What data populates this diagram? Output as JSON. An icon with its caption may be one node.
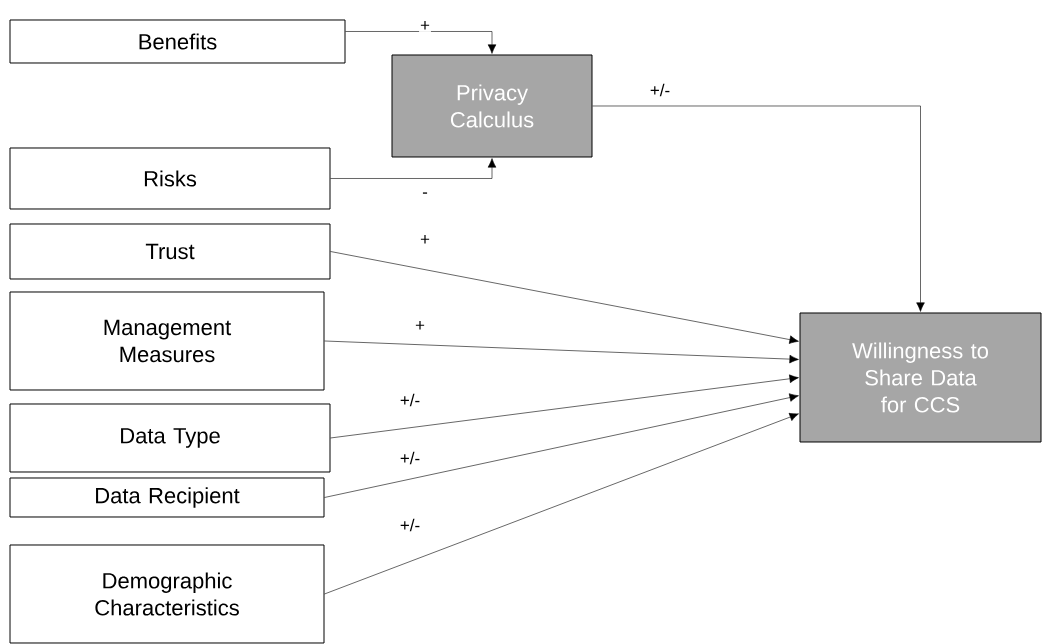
{
  "diagram": {
    "nodes": [
      {
        "text": [
          "Benefits"
        ]
      },
      {
        "text": [
          "Privacy Calculus"
        ]
      },
      {
        "text": [
          "Risks"
        ]
      },
      {
        "text": [
          "Trust"
        ]
      },
      {
        "text": [
          "Management Measures"
        ]
      },
      {
        "text": [
          "Data Type"
        ]
      },
      {
        "text": [
          "Data Recipient"
        ]
      },
      {
        "text": [
          "Demographic Characteristics"
        ]
      },
      {
        "text": [
          "Willingness to Share Data for CCS"
        ]
      }
    ],
    "edges": [
      {
        "from": 0,
        "to": 1,
        "arrow": "to",
        "label": "+"
      },
      {
        "from": 2,
        "to": 1,
        "arrow": "to",
        "label": "-"
      },
      {
        "from": 1,
        "to": 8,
        "arrow": "to",
        "label": "+/-"
      },
      {
        "from": 3,
        "to": 8,
        "arrow": "to",
        "label": "+"
      },
      {
        "from": 4,
        "to": 8,
        "arrow": "to",
        "label": "+"
      },
      {
        "from": 5,
        "to": 8,
        "arrow": "to",
        "label": "+/-"
      },
      {
        "from": 6,
        "to": 8,
        "arrow": "to",
        "label": "+/-"
      },
      {
        "from": 7,
        "to": 8,
        "arrow": "to",
        "label": "+/-"
      }
    ]
  }
}
